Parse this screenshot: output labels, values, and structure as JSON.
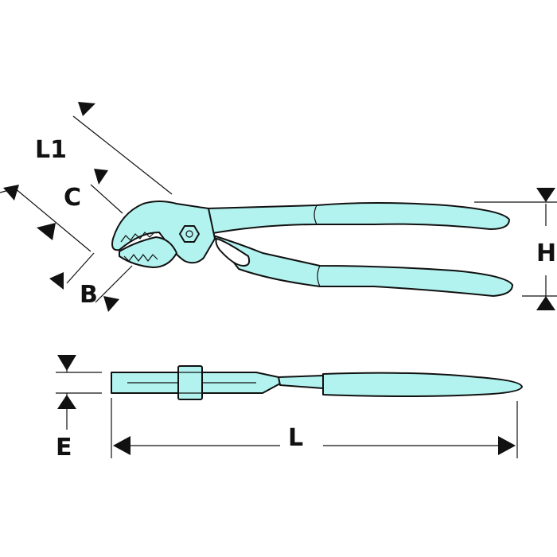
{
  "colors": {
    "tool_fill": "#b2f3f0",
    "line": "#111111",
    "background": "#ffffff"
  },
  "labels": {
    "L1": "L1",
    "C": "C",
    "B": "B",
    "H": "H",
    "E": "E",
    "L": "L"
  }
}
